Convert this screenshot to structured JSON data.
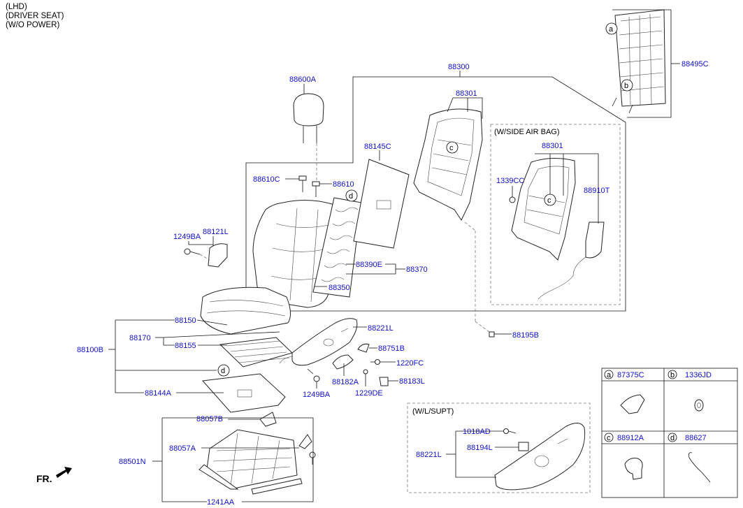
{
  "header": {
    "line1": "(LHD)",
    "line2": "(DRIVER SEAT)",
    "line3": "(W/O POWER)"
  },
  "front_label": "FR.",
  "parts": {
    "p88300": "88300",
    "p88301": "88301",
    "p88301_airbag": "88301",
    "p88495C": "88495C",
    "p88600A": "88600A",
    "p88145C": "88145C",
    "p88610C": "88610C",
    "p88610": "88610",
    "p1249BA_a": "1249BA",
    "p88121L": "88121L",
    "p88390E": "88390E",
    "p88370": "88370",
    "p88350": "88350",
    "p1339CC": "1339CC",
    "p88910T": "88910T",
    "p88150": "88150",
    "p88221L": "88221L",
    "p88170": "88170",
    "p88155": "88155",
    "p88751B": "88751B",
    "p88100B": "88100B",
    "p1220FC": "1220FC",
    "p88182A": "88182A",
    "p88183L": "88183L",
    "p1229DE": "1229DE",
    "p1249BA_b": "1249BA",
    "p88144A": "88144A",
    "p88195B": "88195B",
    "p88057B": "88057B",
    "p88057A": "88057A",
    "p88501N": "88501N",
    "p1241AA": "1241AA",
    "p1018AD": "1018AD",
    "p88194L": "88194L",
    "p88221L_wl": "88221L"
  },
  "boxes": {
    "side_airbag": "(W/SIDE AIR BAG)",
    "wl_supt": "(W/L/SUPT)"
  },
  "callouts": {
    "a": "a",
    "b": "b",
    "c": "c",
    "d": "d"
  },
  "legend": [
    {
      "key": "a",
      "part": "87375C"
    },
    {
      "key": "b",
      "part": "1336JD"
    },
    {
      "key": "c",
      "part": "88912A"
    },
    {
      "key": "d",
      "part": "88627"
    }
  ]
}
